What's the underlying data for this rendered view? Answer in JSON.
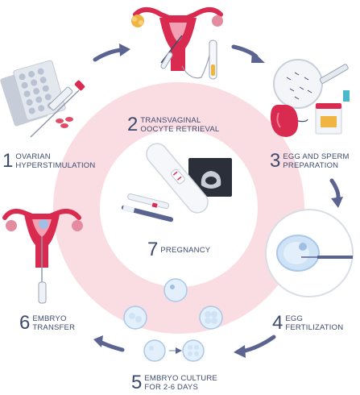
{
  "colors": {
    "ring": "#fadde2",
    "arrow": "#5b6390",
    "label": "#3d4a6e",
    "uterus": "#d92b4f",
    "cell": "#cfe3f7"
  },
  "steps": [
    {
      "number": "1",
      "line1": "OVARIAN",
      "line2": "HYPERSTIMULATION",
      "icon": "pills-and-syringe-icon"
    },
    {
      "number": "2",
      "line1": "TRANSVAGINAL",
      "line2": "OOCYTE RETRIEVAL",
      "icon": "uterus-retrieval-icon"
    },
    {
      "number": "3",
      "line1": "EGG AND SPERM",
      "line2": "PREPARATION",
      "icon": "sperm-dish-icon"
    },
    {
      "number": "4",
      "line1": "EGG",
      "line2": "FERTILIZATION",
      "icon": "egg-injection-icon"
    },
    {
      "number": "5",
      "line1": "EMBRYO CULTURE",
      "line2": "FOR 2-6 DAYS",
      "icon": "embryo-cells-icon"
    },
    {
      "number": "6",
      "line1": "EMBRYO",
      "line2": "TRANSFER",
      "icon": "uterus-transfer-icon"
    },
    {
      "number": "7",
      "line1": "PREGNANCY",
      "line2": "",
      "icon": "pregnancy-test-icon"
    }
  ]
}
